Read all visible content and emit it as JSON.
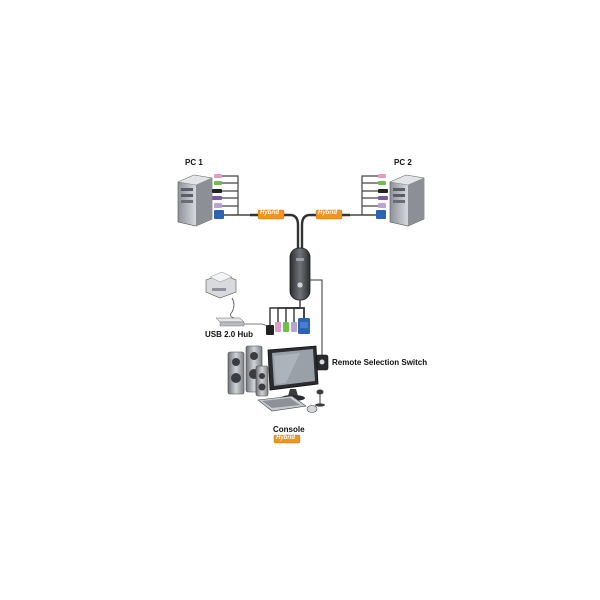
{
  "labels": {
    "pc1": "PC 1",
    "pc2": "PC 2",
    "usb_hub": "USB 2.0 Hub",
    "remote_switch": "Remote Selection Switch",
    "console": "Console",
    "hybrid": "Hybrid"
  },
  "colors": {
    "cable": "#333333",
    "badge_bg": "#f29422",
    "badge_text": "#ffffff",
    "vga_blue": "#2d63b4",
    "audio_green": "#6cc04a",
    "audio_pink": "#e59bc6",
    "usb_black": "#222222",
    "tower_gray": "#b8bcc2"
  },
  "icons": [
    "pc-tower-icon",
    "printer-icon",
    "usb-hub-icon",
    "monitor-icon",
    "speaker-icon",
    "keyboard-icon",
    "mouse-icon",
    "microphone-icon",
    "remote-switch-icon",
    "kvm-switch-icon"
  ]
}
